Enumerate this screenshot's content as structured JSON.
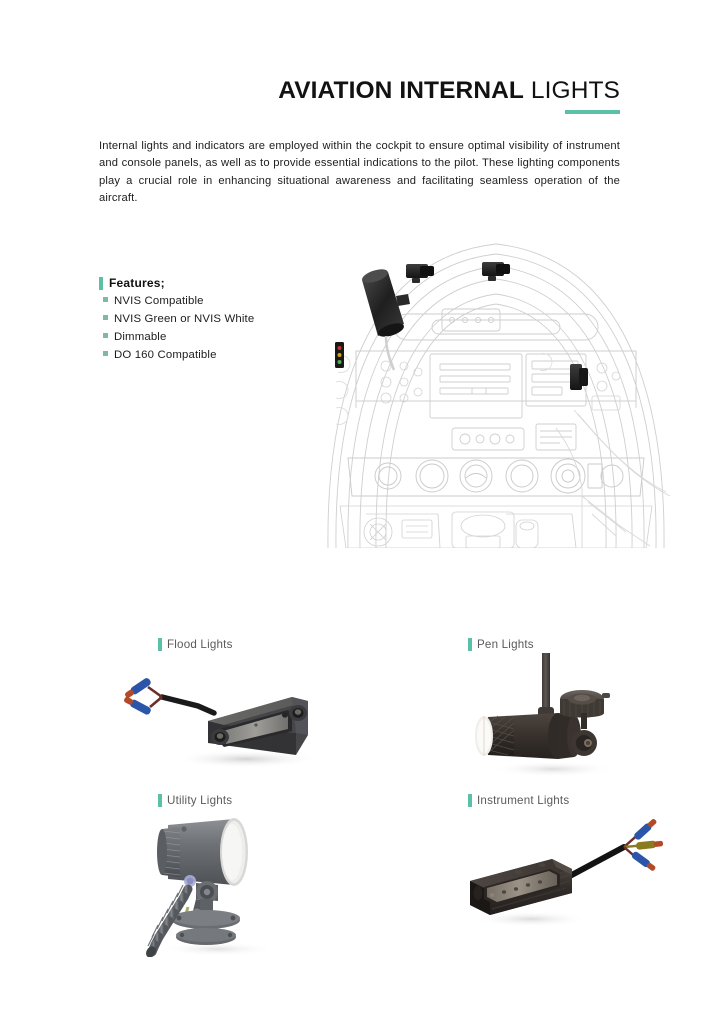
{
  "title": {
    "bold_part": "AVIATION INTERNAL",
    "light_part": " LIGHTS"
  },
  "intro": {
    "paragraph": "Internal lights and indicators are employed within the cockpit to ensure optimal visibility of instrument and console panels, as well as to provide essential indications to the pilot. These lighting components play a crucial role in enhancing situational awareness and facilitating seamless operation of the aircraft."
  },
  "features": {
    "heading": "Features;",
    "items": [
      {
        "label": "NVIS Compatible"
      },
      {
        "label": "NVIS Green or NVIS White"
      },
      {
        "label": "Dimmable"
      },
      {
        "label": "DO 160 Compatible"
      }
    ]
  },
  "illustration": {
    "caption": "aircraft-cockpit-line-drawing"
  },
  "products": [
    {
      "label": "Flood Lights",
      "icon": "flood-light-bar-fixture"
    },
    {
      "label": "Pen Lights",
      "icon": "pen-light-cylinder-fixture"
    },
    {
      "label": "Utility Lights",
      "icon": "utility-light-pedestal-fixture"
    },
    {
      "label": "Instrument Lights",
      "icon": "instrument-light-bar-fixture"
    }
  ],
  "colors": {
    "accent": "#5cbfa8",
    "bullet": "#7fb8a6",
    "title": "#121212",
    "body": "#1d1d1d",
    "label": "#5a5a5a",
    "background": "#ffffff"
  }
}
